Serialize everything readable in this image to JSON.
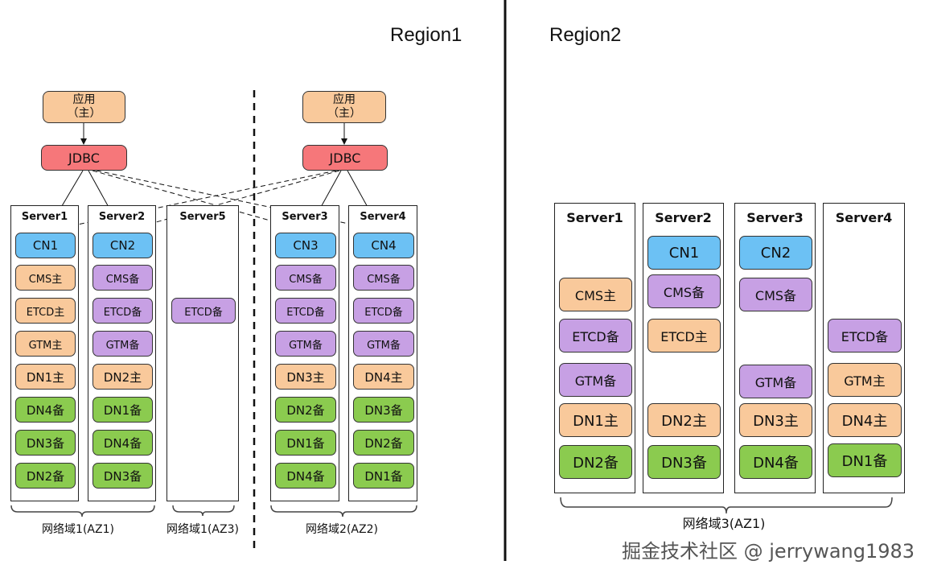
{
  "colors": {
    "primary": "#f9c99b",
    "standby": "#c7a0e4",
    "cn": "#6cc1f4",
    "dn_standby": "#8bcb4f",
    "jdbc": "#f6777a"
  },
  "regions": [
    {
      "label": "Region1"
    },
    {
      "label": "Region2"
    }
  ],
  "region1": {
    "apps": [
      {
        "line1": "应用",
        "line2": "（主）",
        "jdbc": "JDBC"
      },
      {
        "line1": "应用",
        "line2": "（主）",
        "jdbc": "JDBC"
      }
    ],
    "servers": [
      {
        "name": "Server1",
        "items": [
          {
            "label": "CN1",
            "kind": "cn"
          },
          {
            "label": "CMS主",
            "kind": "primary"
          },
          {
            "label": "ETCD主",
            "kind": "primary"
          },
          {
            "label": "GTM主",
            "kind": "primary"
          },
          {
            "label": "DN1主",
            "kind": "primary"
          },
          {
            "label": "DN4备",
            "kind": "dn_standby"
          },
          {
            "label": "DN3备",
            "kind": "dn_standby"
          },
          {
            "label": "DN2备",
            "kind": "dn_standby"
          }
        ]
      },
      {
        "name": "Server2",
        "items": [
          {
            "label": "CN2",
            "kind": "cn"
          },
          {
            "label": "CMS备",
            "kind": "standby"
          },
          {
            "label": "ETCD备",
            "kind": "standby"
          },
          {
            "label": "GTM备",
            "kind": "standby"
          },
          {
            "label": "DN2主",
            "kind": "primary"
          },
          {
            "label": "DN1备",
            "kind": "dn_standby"
          },
          {
            "label": "DN4备",
            "kind": "dn_standby"
          },
          {
            "label": "DN3备",
            "kind": "dn_standby"
          }
        ]
      },
      {
        "name": "Server5",
        "items": [
          null,
          null,
          {
            "label": "ETCD备",
            "kind": "standby"
          }
        ]
      },
      {
        "name": "Server3",
        "items": [
          {
            "label": "CN3",
            "kind": "cn"
          },
          {
            "label": "CMS备",
            "kind": "standby"
          },
          {
            "label": "ETCD备",
            "kind": "standby"
          },
          {
            "label": "GTM备",
            "kind": "standby"
          },
          {
            "label": "DN3主",
            "kind": "primary"
          },
          {
            "label": "DN2备",
            "kind": "dn_standby"
          },
          {
            "label": "DN1备",
            "kind": "dn_standby"
          },
          {
            "label": "DN4备",
            "kind": "dn_standby"
          }
        ]
      },
      {
        "name": "Server4",
        "items": [
          {
            "label": "CN4",
            "kind": "cn"
          },
          {
            "label": "CMS备",
            "kind": "standby"
          },
          {
            "label": "ETCD备",
            "kind": "standby"
          },
          {
            "label": "GTM备",
            "kind": "standby"
          },
          {
            "label": "DN4主",
            "kind": "primary"
          },
          {
            "label": "DN3备",
            "kind": "dn_standby"
          },
          {
            "label": "DN2备",
            "kind": "dn_standby"
          },
          {
            "label": "DN1备",
            "kind": "dn_standby"
          }
        ]
      }
    ],
    "zones": [
      "网络域1(AZ1)",
      "网络域1(AZ3)",
      "网络域2(AZ2)"
    ]
  },
  "region2": {
    "servers": [
      {
        "name": "Server1",
        "items": [
          null,
          {
            "label": "CMS主",
            "kind": "primary"
          },
          {
            "label": "ETCD备",
            "kind": "standby"
          },
          {
            "label": "GTM备",
            "kind": "standby"
          },
          {
            "label": "DN1主",
            "kind": "primary"
          },
          {
            "label": "DN2备",
            "kind": "dn_standby"
          }
        ]
      },
      {
        "name": "Server2",
        "items": [
          {
            "label": "CN1",
            "kind": "cn"
          },
          {
            "label": "CMS备",
            "kind": "standby"
          },
          {
            "label": "ETCD主",
            "kind": "primary"
          },
          null,
          {
            "label": "DN2主",
            "kind": "primary"
          },
          {
            "label": "DN3备",
            "kind": "dn_standby"
          }
        ]
      },
      {
        "name": "Server3",
        "items": [
          {
            "label": "CN2",
            "kind": "cn"
          },
          {
            "label": "CMS备",
            "kind": "standby"
          },
          null,
          {
            "label": "GTM备",
            "kind": "standby"
          },
          {
            "label": "DN3主",
            "kind": "primary"
          },
          {
            "label": "DN4备",
            "kind": "dn_standby"
          }
        ]
      },
      {
        "name": "Server4",
        "items": [
          null,
          null,
          {
            "label": "ETCD备",
            "kind": "standby"
          },
          {
            "label": "GTM主",
            "kind": "primary"
          },
          {
            "label": "DN4主",
            "kind": "primary"
          },
          {
            "label": "DN1备",
            "kind": "dn_standby"
          }
        ]
      }
    ],
    "zone": "网络域3(AZ1)"
  },
  "watermark": "掘金技术社区 @ jerrywang1983"
}
